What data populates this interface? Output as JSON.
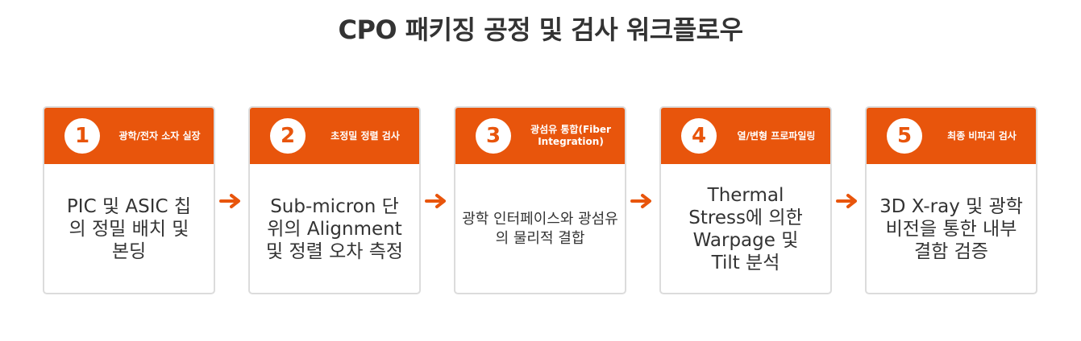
{
  "title": "CPO 패키징 공정 및 검사 워크플로우",
  "steps": [
    {
      "number": "1",
      "label": "광학/전자 소자 실장",
      "description": "PIC 및 ASIC 칩의 정밀 배치 및 본딩"
    },
    {
      "number": "2",
      "label": "초정밀 정렬 검사",
      "description": "Sub-micron 단위의 Alignment 및 정렬 오차 측정"
    },
    {
      "number": "3",
      "label": "광섬유 통합(Fiber Integration)",
      "description": "광학 인터페이스와 광섬유의 물리적 결합"
    },
    {
      "number": "4",
      "label": "열/변형 프로파일링",
      "description": "Thermal Stress에 의한 Warpage 및 Tilt 분석"
    },
    {
      "number": "5",
      "label": "최종 비파괴 검사",
      "description": "3D X-ray 및 광학 비전을 통한 내부 결함 검증"
    }
  ],
  "colors": {
    "accent": "#e8550c",
    "border": "#dcdcdc",
    "text": "#333333"
  },
  "icons": {
    "connector": "arrow-right-icon"
  }
}
